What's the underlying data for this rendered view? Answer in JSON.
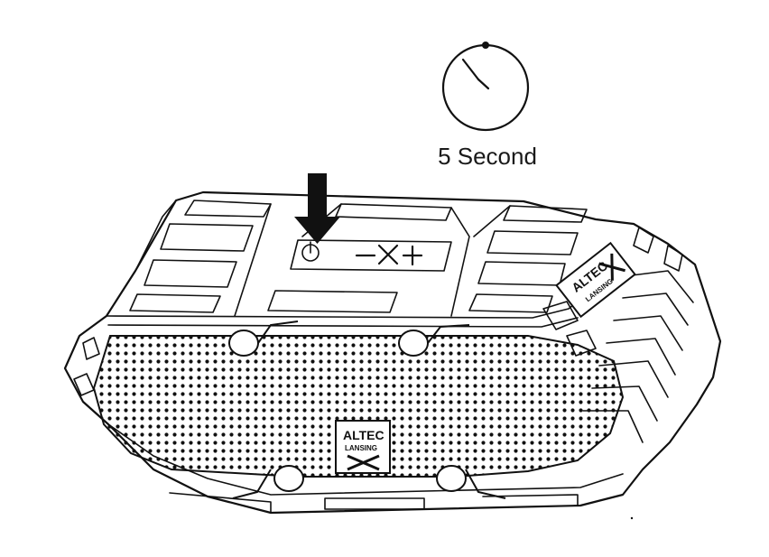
{
  "timer": {
    "icon": "stopwatch-icon",
    "label": "5 Second"
  },
  "device": {
    "name": "speaker",
    "brand_top": "ALTEC",
    "brand_bottom": "LANSING",
    "buttons": [
      "power-icon",
      "volume-down-icon",
      "mode-icon",
      "volume-up-icon"
    ]
  },
  "instruction": {
    "pressed_button": "power-icon",
    "arrow": "down-arrow-icon"
  },
  "colors": {
    "ink": "#111111",
    "background": "#ffffff"
  }
}
